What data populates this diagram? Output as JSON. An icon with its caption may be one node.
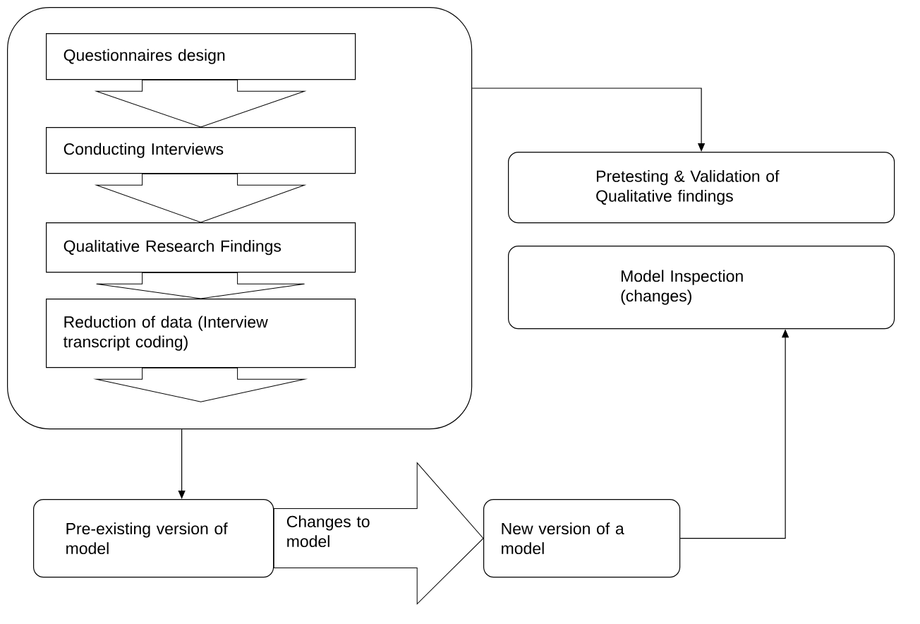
{
  "diagram": {
    "nodes": [
      {
        "text": [],
        "shape": "box"
      },
      {
        "text": [
          "Questionnaires design"
        ],
        "in": 0
      },
      {
        "text": [
          "Conducting Interviews"
        ],
        "in": 0
      },
      {
        "text": [
          "Qualitative Research Findings"
        ],
        "in": 0
      },
      {
        "text": [
          "Reduction of data (Interview transcript coding)"
        ],
        "in": 0
      },
      {
        "text": [
          "Pretesting & Validation of Qualitative findings"
        ]
      },
      {
        "text": [
          "Model Inspection (changes)"
        ]
      },
      {
        "text": [
          "Pre-existing version of model"
        ]
      },
      {
        "text": [
          "New version of a model"
        ]
      }
    ],
    "edges": [
      {
        "from": 1,
        "to": 2,
        "arrow": "to",
        "style": "thick"
      },
      {
        "from": 2,
        "to": 3,
        "arrow": "to",
        "style": "thick"
      },
      {
        "from": 3,
        "to": 4,
        "arrow": "to",
        "style": "thick"
      },
      {
        "from": 4,
        "to": null,
        "arrow": "to",
        "style": "thick"
      },
      {
        "from": 0,
        "to": 5,
        "arrow": "to"
      },
      {
        "from": 0,
        "to": 7,
        "arrow": "to"
      },
      {
        "from": 7,
        "to": 8,
        "label": "Changes to model",
        "arrow": "to",
        "style": "thick"
      },
      {
        "from": 8,
        "to": 6,
        "arrow": "to"
      }
    ]
  }
}
